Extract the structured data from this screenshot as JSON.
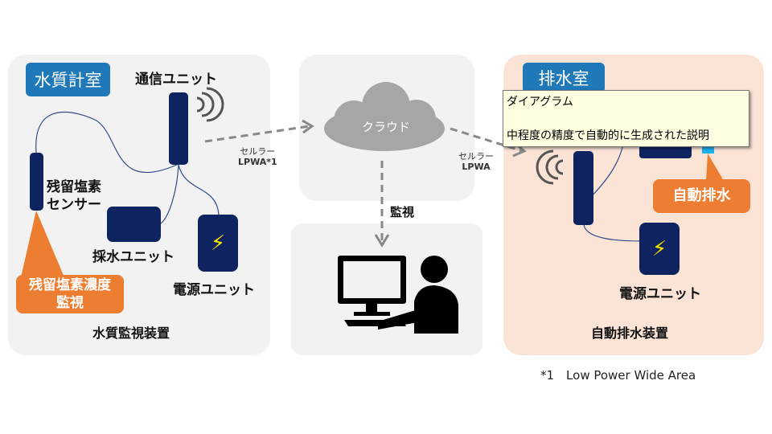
{
  "left": {
    "room": "水質計室",
    "comm_unit": "通信ユニット",
    "sensor": [
      "残留塩素",
      "センサー"
    ],
    "sampling_unit": "採水ユニット",
    "power_unit": "電源ユニット",
    "callout": [
      "残留塩素濃度",
      "監視"
    ],
    "title": "水質監視装置"
  },
  "cloud": {
    "label": "クラウド",
    "monitor": "監視"
  },
  "links": {
    "left": [
      "セルラー",
      "LPWA*1"
    ],
    "right": [
      "セルラー",
      "LPWA"
    ]
  },
  "right": {
    "room": "排水室",
    "power_unit": "電源ユニット",
    "callout": "自動排水",
    "title": "自動排水装置"
  },
  "footnote": "*1　Low Power Wide Area",
  "tooltip": {
    "title": "ダイアグラム",
    "description": "中程度の精度で自動的に生成された説明"
  },
  "colors": {
    "navy": "#0f2360",
    "orange": "#ed7d31",
    "blue": "#1f78b8"
  }
}
